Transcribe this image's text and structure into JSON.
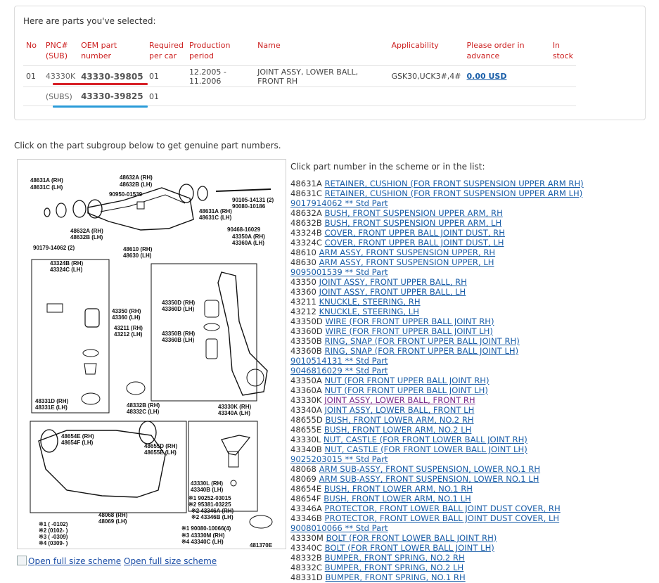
{
  "selected": {
    "title": "Here are parts you've selected:",
    "headers": {
      "no": "No",
      "pnc": "PNC# (SUB)",
      "oem": "OEM part number",
      "required": "Required per car",
      "period": "Production period",
      "name": "Name",
      "applicability": "Applicability",
      "order": "Please order in advance",
      "stock": "In stock"
    },
    "rows": [
      {
        "no": "01",
        "pnc": "43330K",
        "oem": "43330-39805",
        "required": "01",
        "period": "12.2005 - 11.2006",
        "name": "JOINT ASSY, LOWER BALL, FRONT RH",
        "applicability": "GSK30,UCK3#,4#",
        "price": "0.00 USD"
      },
      {
        "no": "",
        "pnc": "(SUBS)",
        "oem": "43330-39825",
        "required": "01",
        "period": "",
        "name": "",
        "applicability": "",
        "price": ""
      }
    ]
  },
  "subgroup_instruction": "Click on the part subgroup below to get genuine part numbers.",
  "list_instruction": "Click part number in the scheme or in the list:",
  "full_scheme": {
    "link1": "Open full size scheme",
    "link2": "Open full size scheme"
  },
  "scheme": {
    "labels": [
      "48631A (RH)",
      "48631C (LH)",
      "48632A (RH)",
      "48632B (LH)",
      "90950-01539",
      "90105-14131 (2)",
      "90080-10186",
      "48631A (RH)",
      "48631C (LH)",
      "90468-16029",
      "43350A (RH)",
      "43360A (LH)",
      "48632A (RH)",
      "48632B (LH)",
      "90179-14062 (2)",
      "48610 (RH)",
      "48630 (LH)",
      "43324B (RH)",
      "43324C (LH)",
      "43350D (RH)",
      "43360D (LH)",
      "43350 (RH)",
      "43360 (LH)",
      "43211 (RH)",
      "43212 (LH)",
      "43350B (RH)",
      "43360B (LH)",
      "48331D (RH)",
      "48331E (LH)",
      "48332B (RH)",
      "48332C (LH)",
      "43330K (RH)",
      "43340A (LH)",
      "48654E (RH)",
      "48654F (LH)",
      "48655D (RH)",
      "48655E (LH)",
      "43330L (RH)",
      "43340B (LH)",
      "※1 90252-03015",
      "※2 95381-03225",
      "48068 (RH)",
      "48069 (LH)",
      "※1 (     -0102)",
      "※2 (0102-     )",
      "※3 (     -0309)",
      "※4 (0309-     )",
      "※1 90080-10066(4)",
      "※3 43330M (RH)",
      "※4 43340C (LH)",
      "※2 43346A (RH)",
      "※2 43346B (LH)",
      "481370E"
    ]
  },
  "parts": [
    {
      "pnc": "48631A",
      "label": "RETAINER, CUSHION (FOR FRONT SUSPENSION UPPER ARM RH)"
    },
    {
      "pnc": "48631C",
      "label": "RETAINER, CUSHION (FOR FRONT SUSPENSION UPPER ARM LH)"
    },
    {
      "pnc": "",
      "label": "9017914062 ** Std Part"
    },
    {
      "pnc": "48632A",
      "label": "BUSH, FRONT SUSPENSION UPPER ARM, RH"
    },
    {
      "pnc": "48632B",
      "label": "BUSH, FRONT SUSPENSION UPPER ARM, LH"
    },
    {
      "pnc": "43324B",
      "label": "COVER, FRONT UPPER BALL JOINT DUST, RH"
    },
    {
      "pnc": "43324C",
      "label": "COVER, FRONT UPPER BALL JOINT DUST, LH"
    },
    {
      "pnc": "48610",
      "label": "ARM ASSY, FRONT SUSPENSION UPPER, RH"
    },
    {
      "pnc": "48630",
      "label": "ARM ASSY, FRONT SUSPENSION UPPER, LH"
    },
    {
      "pnc": "",
      "label": "9095001539 ** Std Part"
    },
    {
      "pnc": "43350",
      "label": "JOINT ASSY, FRONT UPPER BALL, RH"
    },
    {
      "pnc": "43360",
      "label": "JOINT ASSY, FRONT UPPER BALL, LH"
    },
    {
      "pnc": "43211",
      "label": "KNUCKLE, STEERING, RH"
    },
    {
      "pnc": "43212",
      "label": "KNUCKLE, STEERING, LH"
    },
    {
      "pnc": "43350D",
      "label": "WIRE (FOR FRONT UPPER BALL JOINT RH)"
    },
    {
      "pnc": "43360D",
      "label": "WIRE (FOR FRONT UPPER BALL JOINT LH)"
    },
    {
      "pnc": "43350B",
      "label": "RING, SNAP (FOR FRONT UPPER BALL JOINT RH)"
    },
    {
      "pnc": "43360B",
      "label": "RING, SNAP (FOR FRONT UPPER BALL JOINT LH)"
    },
    {
      "pnc": "",
      "label": "9010514131 ** Std Part"
    },
    {
      "pnc": "",
      "label": "9046816029 ** Std Part"
    },
    {
      "pnc": "43350A",
      "label": "NUT (FOR FRONT UPPER BALL JOINT RH)"
    },
    {
      "pnc": "43360A",
      "label": "NUT (FOR FRONT UPPER BALL JOINT LH)"
    },
    {
      "pnc": "43330K",
      "label": "JOINT ASSY, LOWER BALL, FRONT RH",
      "visited": true
    },
    {
      "pnc": "43340A",
      "label": "JOINT ASSY, LOWER BALL, FRONT LH"
    },
    {
      "pnc": "48655D",
      "label": "BUSH, FRONT LOWER ARM, NO.2 RH"
    },
    {
      "pnc": "48655E",
      "label": "BUSH, FRONT LOWER ARM, NO.2 LH"
    },
    {
      "pnc": "43330L",
      "label": "NUT, CASTLE (FOR FRONT LOWER BALL JOINT RH)"
    },
    {
      "pnc": "43340B",
      "label": "NUT, CASTLE (FOR FRONT LOWER BALL JOINT LH)"
    },
    {
      "pnc": "",
      "label": "9025203015 ** Std Part"
    },
    {
      "pnc": "48068",
      "label": "ARM SUB-ASSY, FRONT SUSPENSION, LOWER NO.1 RH"
    },
    {
      "pnc": "48069",
      "label": "ARM SUB-ASSY, FRONT SUSPENSION, LOWER NO.1 LH"
    },
    {
      "pnc": "48654E",
      "label": "BUSH, FRONT LOWER ARM, NO.1 RH"
    },
    {
      "pnc": "48654F",
      "label": "BUSH, FRONT LOWER ARM, NO.1 LH"
    },
    {
      "pnc": "43346A",
      "label": "PROTECTOR, FRONT LOWER BALL JOINT DUST COVER, RH"
    },
    {
      "pnc": "43346B",
      "label": "PROTECTOR, FRONT LOWER BALL JOINT DUST COVER, LH"
    },
    {
      "pnc": "",
      "label": "9008010066 ** Std Part"
    },
    {
      "pnc": "43330M",
      "label": "BOLT (FOR FRONT LOWER BALL JOINT RH)"
    },
    {
      "pnc": "43340C",
      "label": "BOLT (FOR FRONT LOWER BALL JOINT LH)"
    },
    {
      "pnc": "48332B",
      "label": "BUMPER, FRONT SPRING, NO.2 RH"
    },
    {
      "pnc": "48332C",
      "label": "BUMPER, FRONT SPRING, NO.2 LH"
    },
    {
      "pnc": "48331D",
      "label": "BUMPER, FRONT SPRING, NO.1 RH"
    }
  ],
  "colors": {
    "header_red": "#cc1f1f",
    "link_blue": "#1a5ea8",
    "visited": "#7a2a8a",
    "underline_red": "#d72128",
    "underline_blue": "#2a9bd8"
  }
}
